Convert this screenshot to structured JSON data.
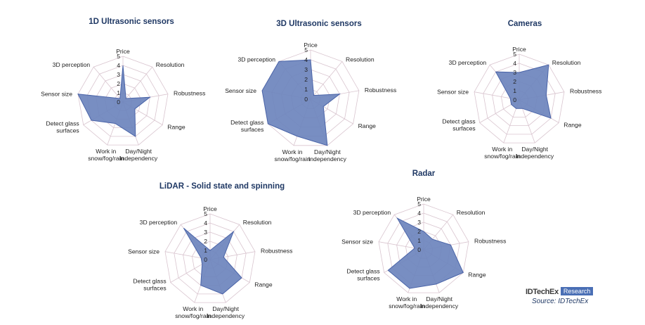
{
  "chart_data": [
    {
      "type": "radar",
      "title": "1D Ultrasonic sensors",
      "categories": [
        "Price",
        "Resolution",
        "Robustness",
        "Range",
        "Day/Night Independency",
        "Work in snow/fog/rain",
        "Detect glass surfaces",
        "Sensor size",
        "3D perception"
      ],
      "values": [
        4,
        0.5,
        3,
        1.5,
        4,
        2.5,
        4,
        5,
        0.5
      ],
      "rlim": [
        0,
        5
      ],
      "ticks": [
        "0",
        "1",
        "2",
        "3",
        "4",
        "5"
      ]
    },
    {
      "type": "radar",
      "title": "3D Ultrasonic sensors",
      "categories": [
        "Price",
        "Resolution",
        "Robustness",
        "Range",
        "Day/Night Independency",
        "Work in snow/fog/rain",
        "Detect glass surfaces",
        "Sensor size",
        "3D perception"
      ],
      "values": [
        4,
        0.5,
        3,
        1.5,
        5,
        4,
        5,
        5,
        5
      ],
      "rlim": [
        0,
        5
      ],
      "ticks": [
        "0",
        "1",
        "2",
        "3",
        "4",
        "5"
      ]
    },
    {
      "type": "radar",
      "title": "Cameras",
      "categories": [
        "Price",
        "Resolution",
        "Robustness",
        "Range",
        "Day/Night Independency",
        "Work in snow/fog/rain",
        "Detect glass surfaces",
        "Sensor size",
        "3D perception"
      ],
      "values": [
        3,
        5,
        3,
        4,
        1,
        1,
        1,
        1,
        4
      ],
      "rlim": [
        0,
        5
      ],
      "ticks": [
        "0",
        "1",
        "2",
        "3",
        "4",
        "5"
      ]
    },
    {
      "type": "radar",
      "title": "LiDAR - Solid state and spinning",
      "categories": [
        "Price",
        "Resolution",
        "Robustness",
        "Range",
        "Day/Night Independency",
        "Work in snow/fog/rain",
        "Detect glass surfaces",
        "Sensor size",
        "3D perception"
      ],
      "values": [
        1,
        4,
        1.5,
        4,
        4,
        3,
        1,
        1,
        4.5
      ],
      "rlim": [
        0,
        5
      ],
      "ticks": [
        "0",
        "1",
        "2",
        "3",
        "4",
        "5"
      ]
    },
    {
      "type": "radar",
      "title": "Radar",
      "categories": [
        "Price",
        "Resolution",
        "Robustness",
        "Range",
        "Day/Night Independency",
        "Work in snow/fog/rain",
        "Detect glass surfaces",
        "Sensor size",
        "3D perception"
      ],
      "values": [
        2,
        1.5,
        3,
        5,
        4,
        4.5,
        4.5,
        1,
        4.5
      ],
      "rlim": [
        0,
        5
      ],
      "ticks": [
        "0",
        "1",
        "2",
        "3",
        "4",
        "5"
      ]
    }
  ],
  "branding": {
    "logo": "IDTechEx",
    "badge": "Research",
    "source": "Source: IDTechEx"
  },
  "colors": {
    "fill": "#6d84bd",
    "stroke": "#4a64a8",
    "grid": "#d9c5cf",
    "title": "#1f3864"
  }
}
